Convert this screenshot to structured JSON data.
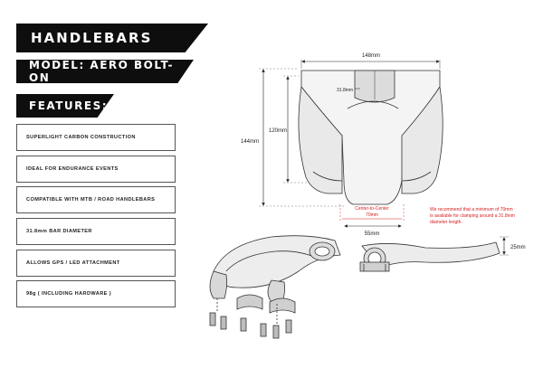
{
  "header": {
    "title": "HANDLEBARS",
    "model": "MODEL: AERO BOLT-ON",
    "features_heading": "FEATURES:"
  },
  "features": [
    "SUPERLIGHT CARBON CONSTRUCTION",
    "IDEAL FOR ENDURANCE EVENTS",
    "COMPATIBLE WITH MTB / ROAD HANDLEBARS",
    "31.8mm BAR DIAMETER",
    "ALLOWS GPS / LED ATTACHMENT",
    "98g ( INCLUDING HARDWARE )"
  ],
  "drawing": {
    "width_total": "148mm",
    "clamp_diameter": "31.8mm",
    "height_inner": "120mm",
    "height_total": "144mm",
    "center_label_line1": "Center-to-Center",
    "center_label_line2": "70mm",
    "base_width": "55mm",
    "side_height": "25mm",
    "note_line1": "We recommend that a minimum of 70mm",
    "note_line2": "is available for clamping around a 31.8mm",
    "note_line3": "diameter length."
  },
  "colors": {
    "banner": "#0e0e0e",
    "annotation": "#d62020"
  }
}
